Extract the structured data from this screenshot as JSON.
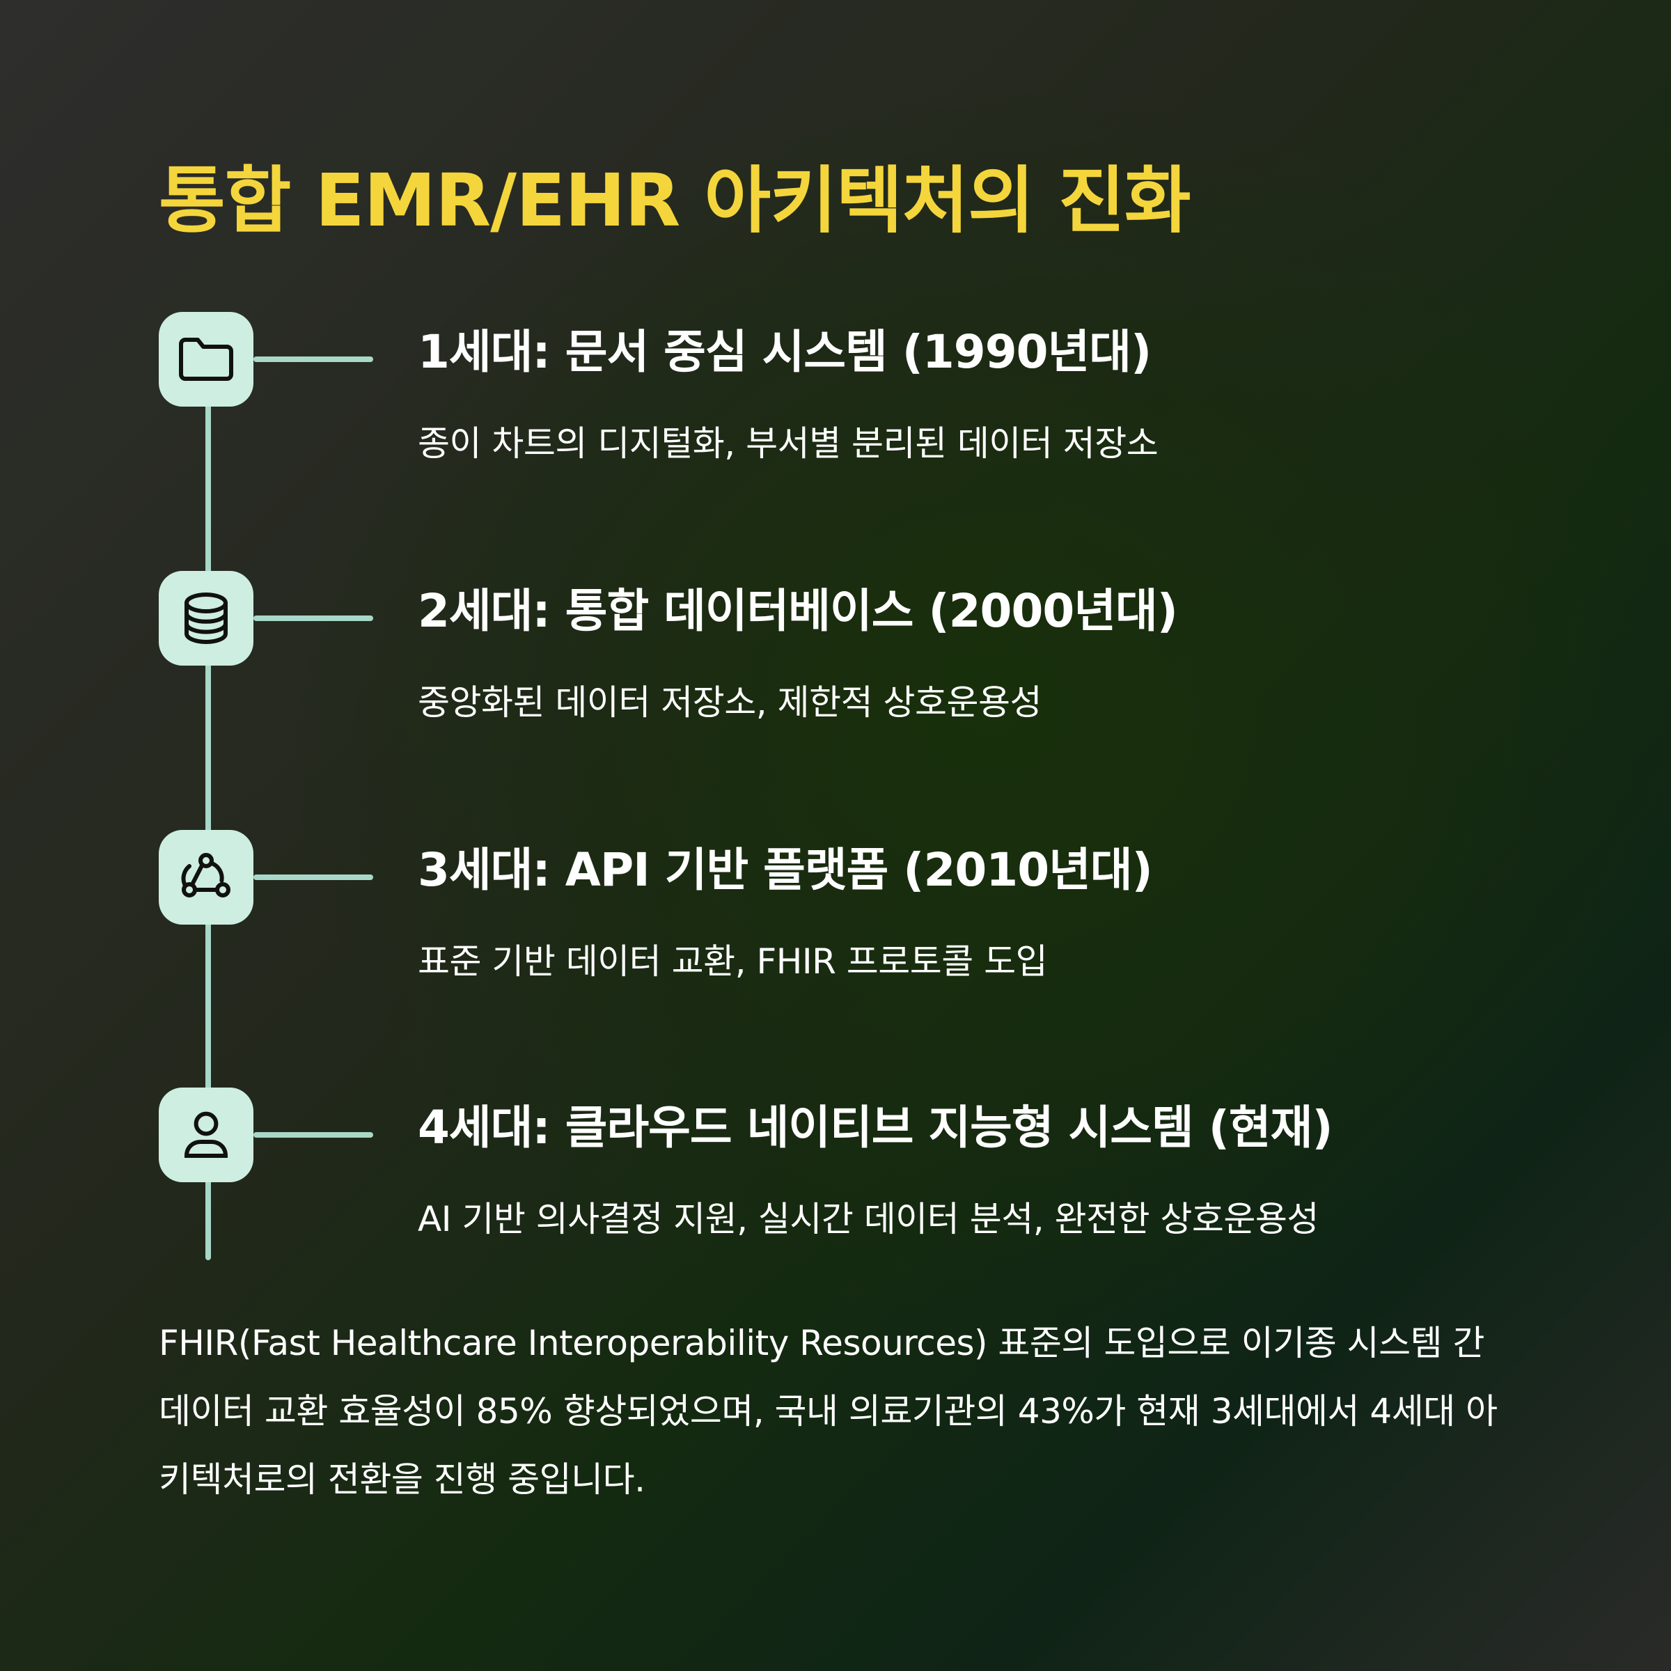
{
  "title": "통합 EMR/EHR 아키텍처의 진화",
  "steps": [
    {
      "icon": "folder-icon",
      "title": "1세대: 문서 중심 시스템 (1990년대)",
      "description": "종이 차트의 디지털화, 부서별 분리된 데이터 저장소"
    },
    {
      "icon": "database-icon",
      "title": "2세대: 통합 데이터베이스 (2000년대)",
      "description": "중앙화된 데이터 저장소, 제한적 상호운용성"
    },
    {
      "icon": "webhook-icon",
      "title": "3세대: API 기반 플랫폼 (2010년대)",
      "description": "표준 기반 데이터 교환, FHIR 프로토콜 도입"
    },
    {
      "icon": "user-icon",
      "title": "4세대: 클라우드 네이티브 지능형 시스템 (현재)",
      "description": "AI 기반 의사결정 지원, 실시간 데이터 분석, 완전한 상호운용성"
    }
  ],
  "footer": "FHIR(Fast Healthcare Interoperability Resources) 표준의 도입으로 이기종 시스템 간 데이터 교환 효율성이 85% 향상되었으며, 국내 의료기관의 43%가 현재 3세대에서 4세대 아키텍처로의 전환을 진행 중입니다.",
  "colors": {
    "title": "#f4d63c",
    "node_fill": "#cdeee0",
    "line": "#a8d8c8",
    "icon_stroke": "#111111",
    "text": "#ffffff"
  }
}
